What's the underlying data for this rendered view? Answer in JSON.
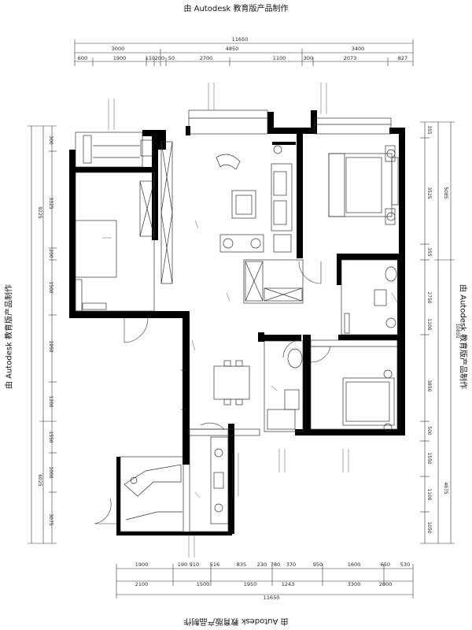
{
  "watermark": "由 Autodesk 教育版产品制作",
  "top_dims": {
    "total": "11650",
    "row2": [
      "3000",
      "4850",
      "3400"
    ],
    "row3": [
      "600",
      "1900",
      "110",
      "200",
      "50",
      "2700",
      "1100",
      "300",
      "2073",
      "827"
    ]
  },
  "bottom_dims": {
    "row1": [
      "1900",
      "190",
      "910",
      "516",
      "835",
      "230",
      "780",
      "370",
      "950",
      "1600",
      "650",
      "530"
    ],
    "row2": [
      "2100",
      "1500",
      "1950",
      "1243",
      "3300",
      "2000"
    ],
    "total": "11650"
  },
  "left_dims": {
    "outer": [
      "9225",
      "6025"
    ],
    "inner": [
      "300",
      "3325",
      "200",
      "1500",
      "1950",
      "1200",
      "1550",
      "1000",
      "3075"
    ]
  },
  "right_dims": {
    "outer": [
      "5085",
      "10850",
      "4675"
    ],
    "inner": [
      "355",
      "3525",
      "355",
      "2750",
      "1200",
      "3850",
      "500",
      "1550",
      "1100",
      "1050"
    ]
  },
  "colors": {
    "wall": "#000000",
    "line": "#333333"
  }
}
